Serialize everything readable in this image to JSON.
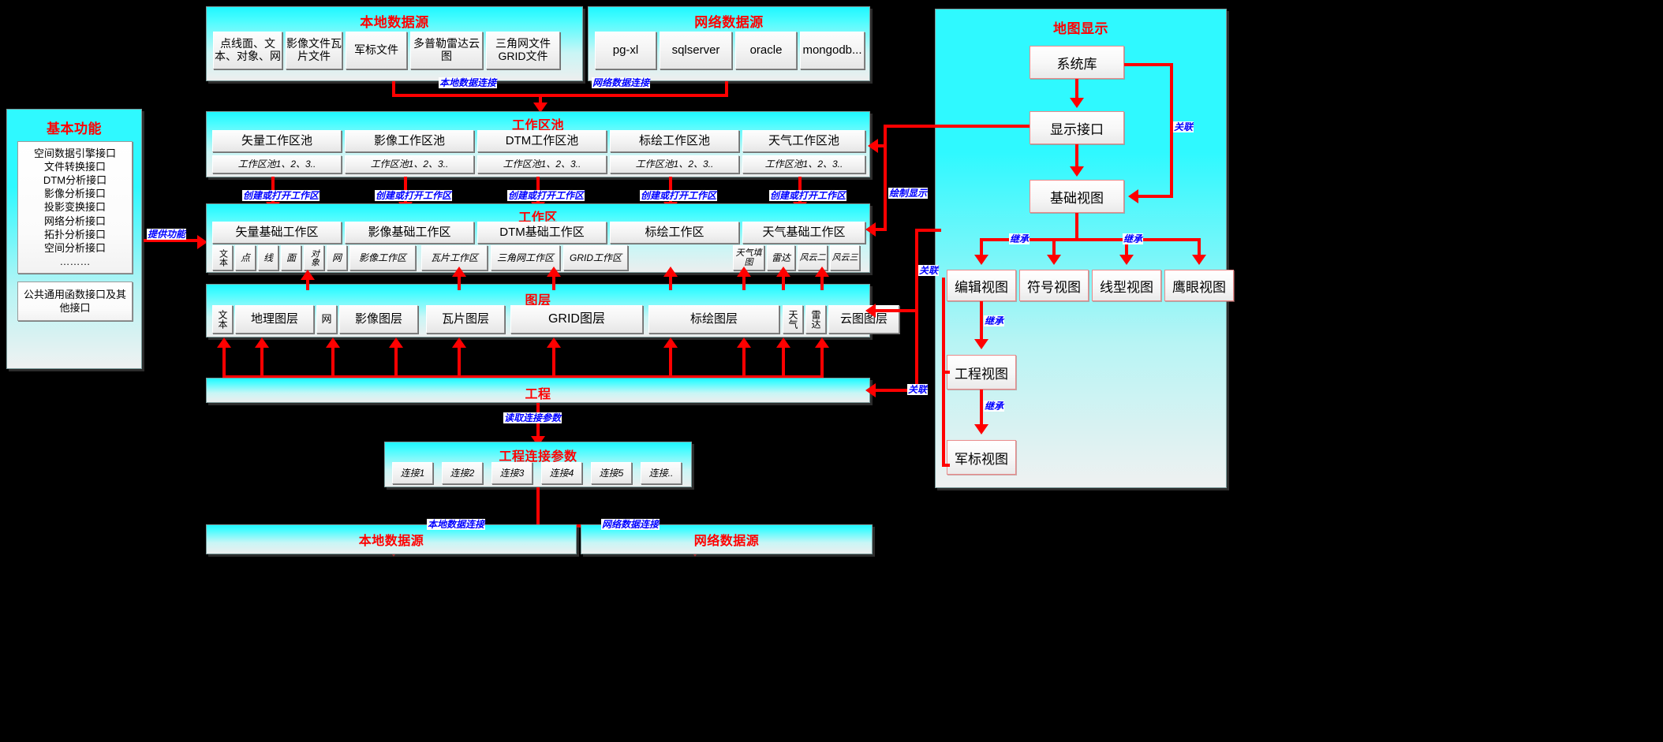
{
  "local_source_top": {
    "title": "本地数据源",
    "items": [
      "点线面、文本、对象、网",
      "影像文件瓦片文件",
      "军标文件",
      "多普勒雷达云图",
      "三角网文件GRID文件"
    ]
  },
  "net_source_top": {
    "title": "网络数据源",
    "items": [
      "pg-xl",
      "sqlserver",
      "oracle",
      "mongodb..."
    ]
  },
  "basic_functions": {
    "title": "基本功能",
    "interfaces": [
      "空间数据引擎接口",
      "文件转换接口",
      "DTM分析接口",
      "影像分析接口",
      "投影变换接口",
      "网络分析接口",
      "拓扑分析接口",
      "空间分析接口",
      "………"
    ],
    "footer": "公共通用函数接口及其他接口"
  },
  "workspace_pool": {
    "title": "工作区池",
    "columns": [
      "矢量工作区池",
      "影像工作区池",
      "DTM工作区池",
      "标绘工作区池",
      "天气工作区池"
    ],
    "sub_label": "工作区池1、2、3..",
    "sub_items": [
      "工作区池1、2、3..",
      "工作区池1、2、3..",
      "工作区池1、2、3..",
      "工作区池1、2、3..",
      "工作区池1、2、3.."
    ]
  },
  "workspace": {
    "title": "工作区",
    "columns": [
      "矢量基础工作区",
      "影像基础工作区",
      "DTM基础工作区",
      "标绘工作区",
      "天气基础工作区"
    ],
    "sub_items": [
      "文本",
      "点",
      "线",
      "面",
      "对象",
      "网",
      "影像工作区",
      "瓦片工作区",
      "三角网工作区",
      "GRID工作区",
      "天气填图",
      "雷达",
      "风云二",
      "风云三"
    ]
  },
  "layers": {
    "title": "图层",
    "items": [
      "文本",
      "地理图层",
      "网",
      "影像图层",
      "瓦片图层",
      "GRID图层",
      "标绘图层",
      "天气",
      "雷达",
      "云图图层"
    ]
  },
  "project": {
    "title": "工程"
  },
  "project_conn": {
    "title": "工程连接参数",
    "items": [
      "连接1",
      "连接2",
      "连接3",
      "连接4",
      "连接5",
      "连接.."
    ]
  },
  "local_source_bottom": {
    "title": "本地数据源"
  },
  "net_source_bottom": {
    "title": "网络数据源"
  },
  "map_display": {
    "title": "地图显示",
    "system_lib": "系统库",
    "display_interface": "显示接口",
    "base_view": "基础视图",
    "views": [
      "编辑视图",
      "符号视图",
      "线型视图",
      "鹰眼视图"
    ],
    "project_view": "工程视图",
    "military_view": "军标视图"
  },
  "edge_labels": {
    "local_data_conn": "本地数据连接",
    "net_data_conn": "网络数据连接",
    "provide_functions": "提供功能",
    "create_or_open_ws": "创建或打开工作区",
    "draw_display": "绘制显示",
    "relate": "关联",
    "inherit": "继承",
    "read_conn_params": "读取连接参数"
  },
  "colors": {
    "accent_red": "#ff0000",
    "label_blue": "#0000ff",
    "panel_cyan": "#2ff9ff",
    "background": "#000000"
  }
}
